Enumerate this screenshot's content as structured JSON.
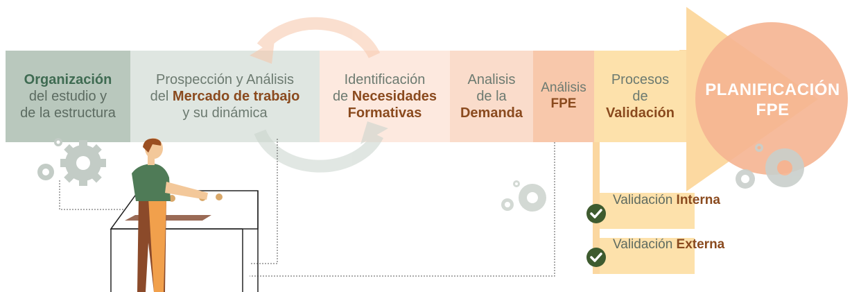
{
  "steps": [
    {
      "lines": [
        "Organización",
        "del estudio y",
        "de la estructura"
      ],
      "bold": [
        0
      ]
    },
    {
      "lines": [
        "Prospección y Análisis",
        "del Mercado de trabajo",
        "y su dinámica"
      ],
      "bold_phrase": "Mercado de trabajo"
    },
    {
      "lines": [
        "Identificación",
        "de Necesidades",
        "Formativas"
      ],
      "bold_phrase": "Necesidades",
      "bold": [
        2
      ]
    },
    {
      "lines": [
        "Analisis",
        "de la",
        "Demanda"
      ],
      "bold": [
        2
      ]
    },
    {
      "lines": [
        "Análisis",
        "FPE"
      ],
      "bold": [
        1
      ]
    },
    {
      "lines": [
        "Procesos",
        "de",
        "Validación"
      ],
      "bold": [
        2
      ]
    }
  ],
  "texts": {
    "s1_l1": "Organización",
    "s1_l2": "del estudio y",
    "s1_l3": "de la estructura",
    "s2_l1": "Prospección y Análisis",
    "s2_l2a": "del ",
    "s2_l2b": "Mercado de trabajo",
    "s2_l3": "y su dinámica",
    "s3_l1": "Identificación",
    "s3_l2a": "de ",
    "s3_l2b": "Necesidades",
    "s3_l3": "Formativas",
    "s4_l1": "Analisis",
    "s4_l2": "de la",
    "s4_l3": "Demanda",
    "s5_l1": "Análisis",
    "s5_l2": "FPE",
    "s6_l1": "Procesos",
    "s6_l2": "de",
    "s6_l3": "Validación",
    "goal_l1": "PLANIFICACIÓN",
    "goal_l2": "FPE",
    "v1_l1": "Validación",
    "v1_l2": "Interna",
    "v2_l1": "Validación",
    "v2_l2": "Externa"
  },
  "colors": {
    "step1": "#b8c7bc",
    "step2": "#dfe6e1",
    "step3": "#fde9df",
    "step4": "#fadccb",
    "step5": "#f8c7aa",
    "step6": "#fde0a8",
    "arrow": "#fbd7a0",
    "circle": "#f5b491",
    "title_green": "#3f6b52",
    "title_brown": "#8a4a1e",
    "grey_text": "#6c7a70",
    "gear": "#c3cdc6",
    "check": "#3e5b2f"
  },
  "icons": [
    "cycle-arrows-icon",
    "gear-icon",
    "check-icon",
    "person-illustration"
  ]
}
